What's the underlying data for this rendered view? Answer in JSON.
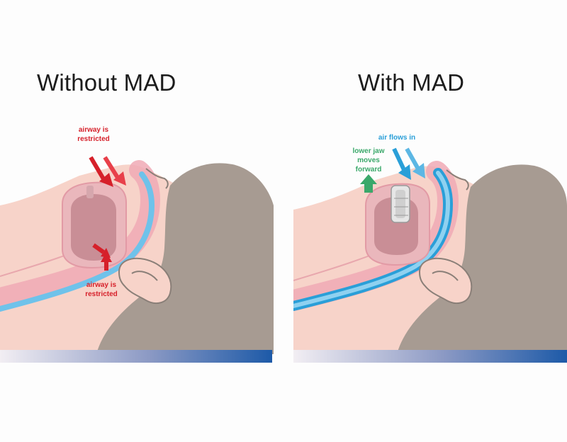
{
  "colors": {
    "restricted": "#d6202a",
    "airflow": "#2a9fd8",
    "jaw": "#3aa86a",
    "skin": "#f7d3c9",
    "hair": "#a79b92",
    "tongue": "#c98e96",
    "throat_band": "#f0a9b5",
    "bed_blue": "#1d5aa8"
  },
  "left_panel": {
    "title": "Without MAD",
    "label_top_line1": "airway is",
    "label_top_line2": "restricted",
    "label_bottom_line1": "airway is",
    "label_bottom_line2": "restricted"
  },
  "right_panel": {
    "title": "With MAD",
    "label_air": "air flows in",
    "label_jaw_line1": "lower jaw",
    "label_jaw_line2": "moves",
    "label_jaw_line3": "forward"
  }
}
